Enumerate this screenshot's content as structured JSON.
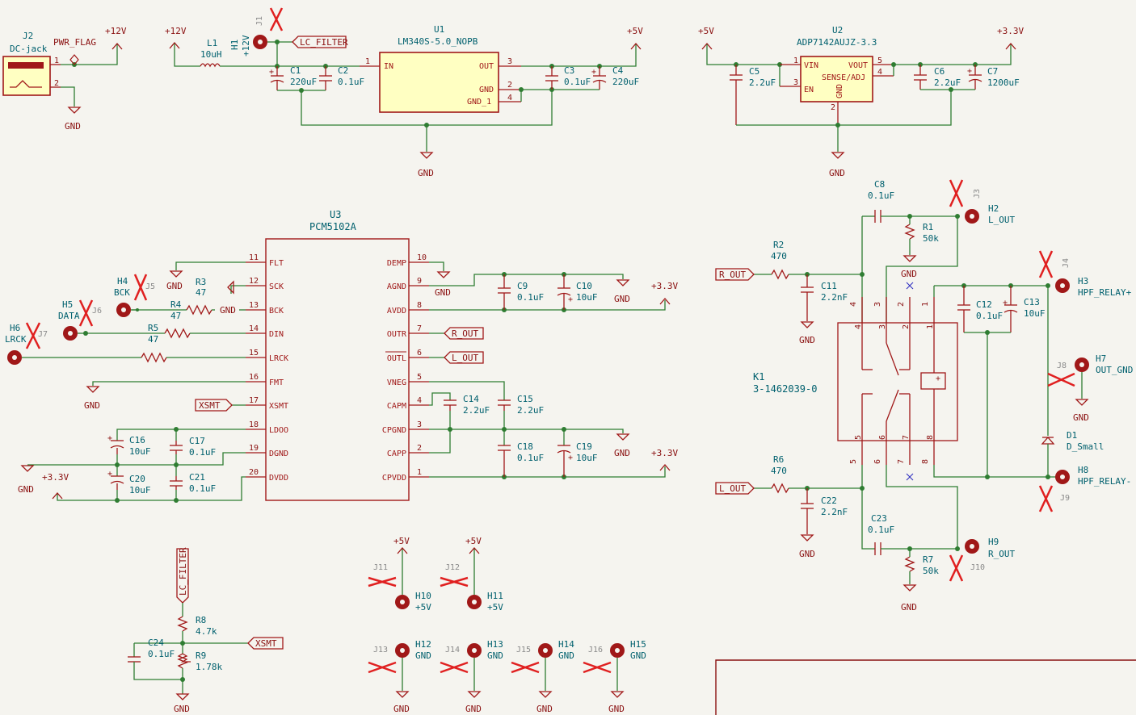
{
  "power_labels": {
    "p12v": "+12V",
    "p5v": "+5V",
    "p33v": "+3.3V",
    "gnd": "GND"
  },
  "flags": {
    "pwr_flag": "PWR_FLAG"
  },
  "net_labels": {
    "lc_filter": "LC_FILTER",
    "xsmt": "XSMT",
    "r_out": "R_OUT",
    "l_out": "L_OUT"
  },
  "j2": {
    "ref": "J2",
    "value": "DC-jack"
  },
  "l1": {
    "ref": "L1",
    "value": "10uH"
  },
  "h1": {
    "ref": "H1",
    "value": "+12V",
    "jref": "J1"
  },
  "u1": {
    "ref": "U1",
    "value": "LM340S-5.0_NOPB",
    "pins": {
      "in": "IN",
      "out": "OUT",
      "gnd": "GND",
      "gnd1": "GND_1"
    }
  },
  "u2": {
    "ref": "U2",
    "value": "ADP7142AUJZ-3.3",
    "pins": {
      "vin": "VIN",
      "en": "EN",
      "vout": "VOUT",
      "sense": "SENSE/ADJ",
      "gnd": "GND"
    }
  },
  "u3": {
    "ref": "U3",
    "value": "PCM5102A",
    "left_pins": [
      "FLT",
      "SCK",
      "BCK",
      "DIN",
      "LRCK",
      "FMT",
      "XSMT",
      "LDOO",
      "DGND",
      "DVDD"
    ],
    "left_nums": [
      "11",
      "12",
      "13",
      "14",
      "15",
      "16",
      "17",
      "18",
      "19",
      "20"
    ],
    "right_pins": [
      "DEMP",
      "AGND",
      "AVDD",
      "OUTR",
      "OUTL",
      "VNEG",
      "CAPM",
      "CPGND",
      "CAPP",
      "CPVDD"
    ],
    "right_nums": [
      "10",
      "9",
      "8",
      "7",
      "6",
      "5",
      "4",
      "3",
      "2",
      "1"
    ]
  },
  "caps": {
    "c1": [
      "C1",
      "220uF"
    ],
    "c2": [
      "C2",
      "0.1uF"
    ],
    "c3": [
      "C3",
      "0.1uF"
    ],
    "c4": [
      "C4",
      "220uF"
    ],
    "c5": [
      "C5",
      "2.2uF"
    ],
    "c6": [
      "C6",
      "2.2uF"
    ],
    "c7": [
      "C7",
      "1200uF"
    ],
    "c8": [
      "C8",
      "0.1uF"
    ],
    "c9": [
      "C9",
      "0.1uF"
    ],
    "c10": [
      "C10",
      "10uF"
    ],
    "c11": [
      "C11",
      "2.2nF"
    ],
    "c12": [
      "C12",
      "0.1uF"
    ],
    "c13": [
      "C13",
      "10uF"
    ],
    "c14": [
      "C14",
      "2.2uF"
    ],
    "c15": [
      "C15",
      "2.2uF"
    ],
    "c16": [
      "C16",
      "10uF"
    ],
    "c17": [
      "C17",
      "0.1uF"
    ],
    "c18": [
      "C18",
      "0.1uF"
    ],
    "c19": [
      "C19",
      "10uF"
    ],
    "c20": [
      "C20",
      "10uF"
    ],
    "c21": [
      "C21",
      "0.1uF"
    ],
    "c22": [
      "C22",
      "2.2nF"
    ],
    "c23": [
      "C23",
      "0.1uF"
    ],
    "c24": [
      "C24",
      "0.1uF"
    ]
  },
  "res": {
    "r1": [
      "R1",
      "50k"
    ],
    "r3": [
      "R3",
      "47"
    ],
    "r4": [
      "R4",
      "47"
    ],
    "r5": [
      "R5",
      "47"
    ],
    "r2": [
      "R2",
      "470"
    ],
    "r6": [
      "R6",
      "470"
    ],
    "r7": [
      "R7",
      "50k"
    ],
    "r8": [
      "R8",
      "4.7k"
    ],
    "r9": [
      "R9",
      "1.78k"
    ]
  },
  "holes": {
    "h2": [
      "H2",
      "L_OUT",
      "J3"
    ],
    "h3": [
      "H3",
      "HPF_RELAY+",
      "J4"
    ],
    "h4": [
      "H4",
      "BCK",
      "J5"
    ],
    "h5": [
      "H5",
      "DATA",
      "J6"
    ],
    "h6": [
      "H6",
      "LRCK",
      "J7"
    ],
    "h7": [
      "H7",
      "OUT_GND",
      "J8"
    ],
    "h8": [
      "H8",
      "HPF_RELAY-",
      "J9"
    ],
    "h9": [
      "H9",
      "R_OUT",
      "J10"
    ],
    "h10": [
      "H10",
      "+5V",
      "J11"
    ],
    "h11": [
      "H11",
      "+5V",
      "J12"
    ],
    "h12": [
      "H12",
      "GND",
      "J13"
    ],
    "h13": [
      "H13",
      "GND",
      "J14"
    ],
    "h14": [
      "H14",
      "GND",
      "J15"
    ],
    "h15": [
      "H15",
      "GND",
      "J16"
    ]
  },
  "k1": {
    "ref": "K1",
    "value": "3-1462039-0"
  },
  "d1": {
    "ref": "D1",
    "value": "D_Small"
  }
}
